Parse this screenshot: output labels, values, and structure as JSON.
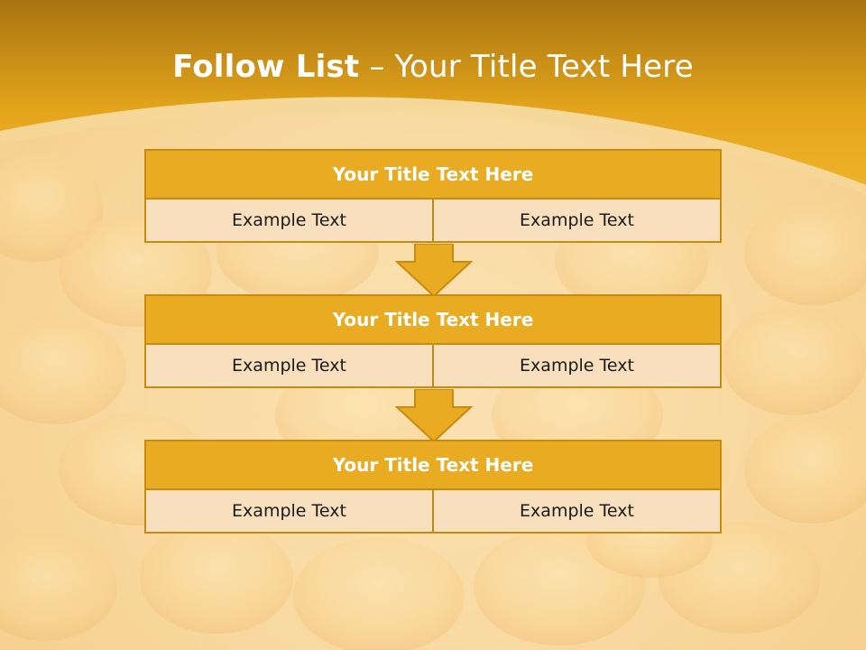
{
  "title": {
    "bold_part": "Follow List",
    "rest": " – Your Title Text Here"
  },
  "colors": {
    "band": "#e8ab22",
    "band_dark": "#a87410",
    "box_title": "#e8ab22",
    "box_border": "#c98a10",
    "box_cell": "#f8dfbd"
  },
  "steps": [
    {
      "title": "Your Title Text Here",
      "cells": [
        "Example Text",
        "Example Text"
      ]
    },
    {
      "title": "Your Title Text Here",
      "cells": [
        "Example Text",
        "Example Text"
      ]
    },
    {
      "title": "Your Title Text Here",
      "cells": [
        "Example Text",
        "Example Text"
      ]
    }
  ],
  "connector_icon": "down-arrow-icon",
  "background_image": "corn-kernels-photo"
}
